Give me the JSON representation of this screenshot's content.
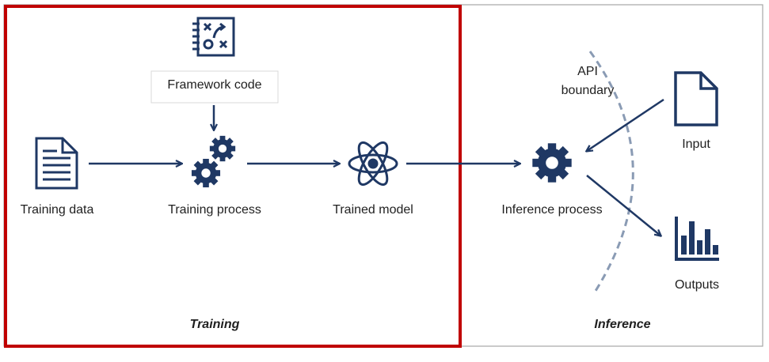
{
  "diagram": {
    "nodes": {
      "framework_code": "Framework code",
      "training_data": "Training data",
      "training_process": "Training process",
      "trained_model": "Trained model",
      "inference_process": "Inference process",
      "input": "Input",
      "outputs": "Outputs"
    },
    "api_boundary": {
      "line1": "API",
      "line2": "boundary"
    },
    "sections": {
      "training": "Training",
      "inference": "Inference"
    },
    "edges": [
      {
        "from": "framework_code",
        "to": "training_process"
      },
      {
        "from": "training_data",
        "to": "training_process"
      },
      {
        "from": "training_process",
        "to": "trained_model"
      },
      {
        "from": "trained_model",
        "to": "inference_process"
      },
      {
        "from": "input",
        "to": "inference_process"
      },
      {
        "from": "inference_process",
        "to": "outputs"
      }
    ],
    "colors": {
      "icon": "#1f3864",
      "training_border": "#c00000",
      "outer_border": "#a6a6a6",
      "boundary": "#8a9bb4",
      "text": "#1f1f1f"
    }
  }
}
